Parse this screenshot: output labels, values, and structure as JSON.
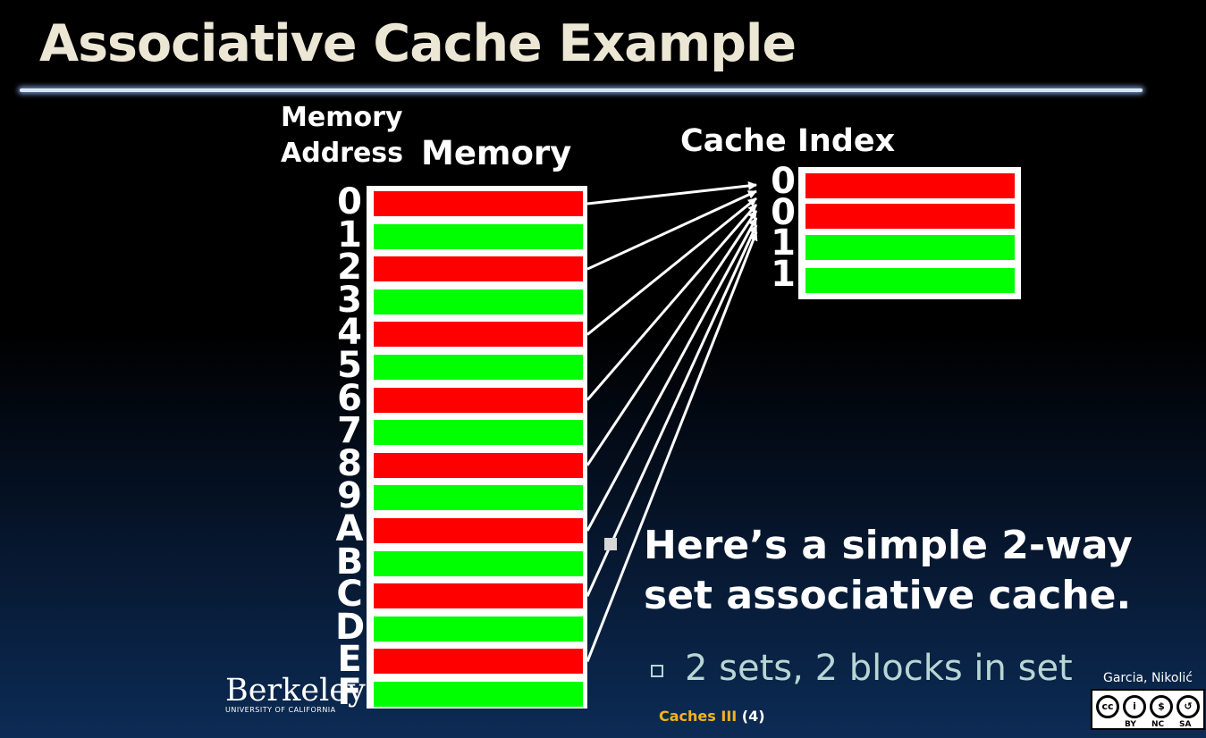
{
  "slide": {
    "title": "Associative Cache Example",
    "memory_address_label_line1": "Memory",
    "memory_address_label_line2": "Address",
    "memory_label": "Memory",
    "cache_index_label": "Cache Index"
  },
  "memory": {
    "addresses": [
      "0",
      "1",
      "2",
      "3",
      "4",
      "5",
      "6",
      "7",
      "8",
      "9",
      "A",
      "B",
      "C",
      "D",
      "E",
      "F"
    ],
    "block_colors": [
      "#ff0000",
      "#00ff00",
      "#ff0000",
      "#00ff00",
      "#ff0000",
      "#00ff00",
      "#ff0000",
      "#00ff00",
      "#ff0000",
      "#00ff00",
      "#ff0000",
      "#00ff00",
      "#ff0000",
      "#00ff00",
      "#ff0000",
      "#00ff00"
    ]
  },
  "cache": {
    "indices": [
      "0",
      "0",
      "1",
      "1"
    ],
    "block_colors": [
      "#ff0000",
      "#ff0000",
      "#00ff00",
      "#00ff00"
    ]
  },
  "bullets": {
    "main": "Here’s a simple 2-way set associative cache.",
    "sub": "2 sets, 2 blocks in set"
  },
  "footer": {
    "logo_text": "Berkeley",
    "logo_subtext": "UNIVERSITY OF CALIFORNIA",
    "section": "Caches III",
    "page": "(4)",
    "author": "Garcia, Nikolić",
    "license_labels": [
      "BY",
      "NC",
      "SA"
    ],
    "license_icons": [
      "cc-icon",
      "by-icon",
      "nc-icon",
      "sa-icon"
    ]
  }
}
